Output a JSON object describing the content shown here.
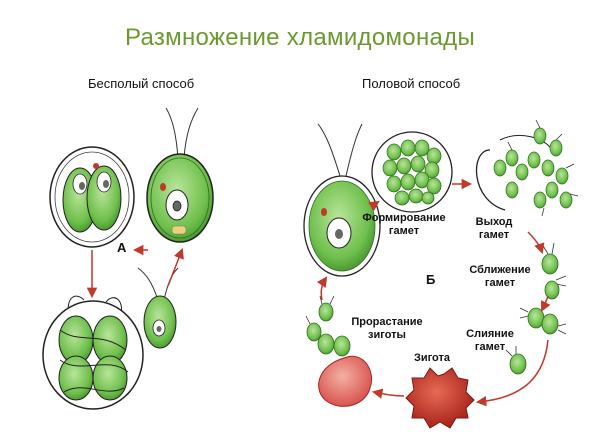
{
  "title": "Размножение хламидомонады",
  "asexual": {
    "heading": "Бесполый способ",
    "letter": "А"
  },
  "sexual": {
    "heading": "Половой способ",
    "letter": "Б",
    "stages": {
      "gamete_formation": "Формирование\nгамет",
      "gamete_release": "Выход\nгамет",
      "gamete_approach": "Сближение\nгамет",
      "gamete_fusion": "Слияние\nгамет",
      "zygote": "Зигота",
      "zygote_germination": "Прорастание\nзиготы"
    }
  },
  "colors": {
    "title": "#6a9a2e",
    "arrow": "#c0392b",
    "cell_green": "#7cc35a",
    "zygote_red": "#d9534f"
  }
}
